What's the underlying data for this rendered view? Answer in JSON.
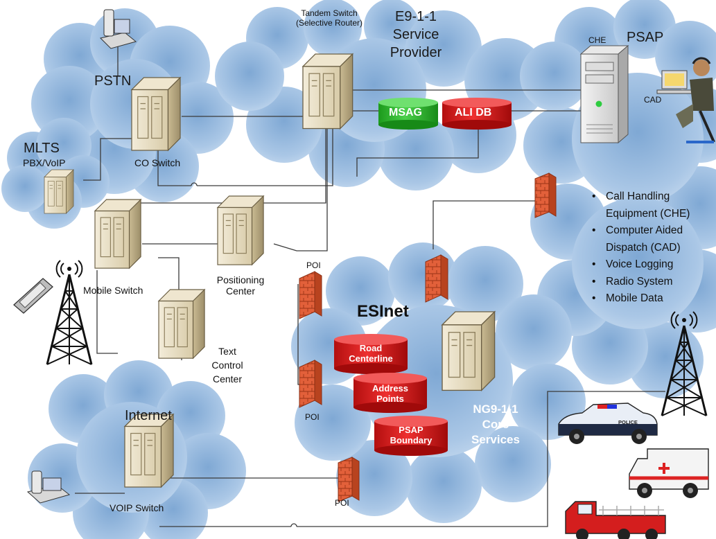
{
  "clouds": {
    "pstn": "PSTN",
    "mlts": "MLTS",
    "mlts_sub": "PBX/VoIP",
    "e911": [
      "E9-1-1",
      "Service",
      "Provider"
    ],
    "psap": "PSAP",
    "esinet": "ESInet",
    "internet": "Internet"
  },
  "switches": {
    "co": "CO Switch",
    "tandem": [
      "Tandem Switch",
      "(Selective Router)"
    ],
    "mobile": "Mobile Switch",
    "positioning": [
      "Positioning",
      "Center"
    ],
    "text_control": [
      "Text",
      "Control",
      "Center"
    ],
    "voip": "VOIP Switch"
  },
  "databases": {
    "msag": "MSAG",
    "ali": "ALI DB",
    "road": [
      "Road",
      "Centerline"
    ],
    "address": [
      "Address",
      "Points"
    ],
    "boundary": [
      "PSAP",
      "Boundary"
    ]
  },
  "psap": {
    "che": "CHE",
    "cad": "CAD",
    "services": [
      "Call Handling",
      "Equipment (CHE)",
      "Computer Aided",
      "Dispatch (CAD)",
      "Voice Logging",
      "Radio System",
      "Mobile Data"
    ]
  },
  "ng911": [
    "NG9-1-1",
    "Core",
    "Services"
  ],
  "poi": "POI",
  "vehicle_labels": {
    "police": "POLICE"
  },
  "colors": {
    "cloud": "#b4cee8",
    "server": "#e6dcc3",
    "firewall": "#e2603a",
    "msag": "#2eb82e",
    "ali": "#d91414",
    "db_red": "#d61a1a",
    "ng911_text": "#ffffff"
  }
}
